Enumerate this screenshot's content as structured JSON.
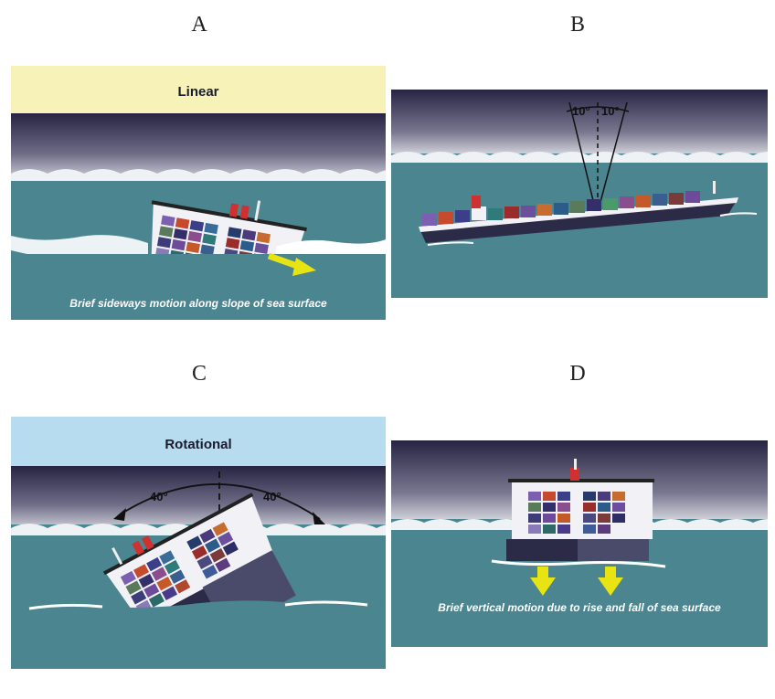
{
  "panels": {
    "a": {
      "letter": "A",
      "header": "Linear",
      "caption": "Brief sideways motion along slope of sea surface"
    },
    "b": {
      "letter": "B",
      "angle_left": "10°",
      "angle_right": "10°"
    },
    "c": {
      "letter": "C",
      "header": "Rotational",
      "angle_left": "40°",
      "angle_right": "40°"
    },
    "d": {
      "letter": "D",
      "caption": "Brief vertical motion due to rise and fall of sea surface"
    }
  },
  "colors": {
    "sea": "#4a8590",
    "sky_dark": "#2a2844",
    "header_linear": "#f7f3b8",
    "header_rotational": "#b7dcef",
    "arrow": "#e8e312",
    "hull": "#2b2b48"
  }
}
